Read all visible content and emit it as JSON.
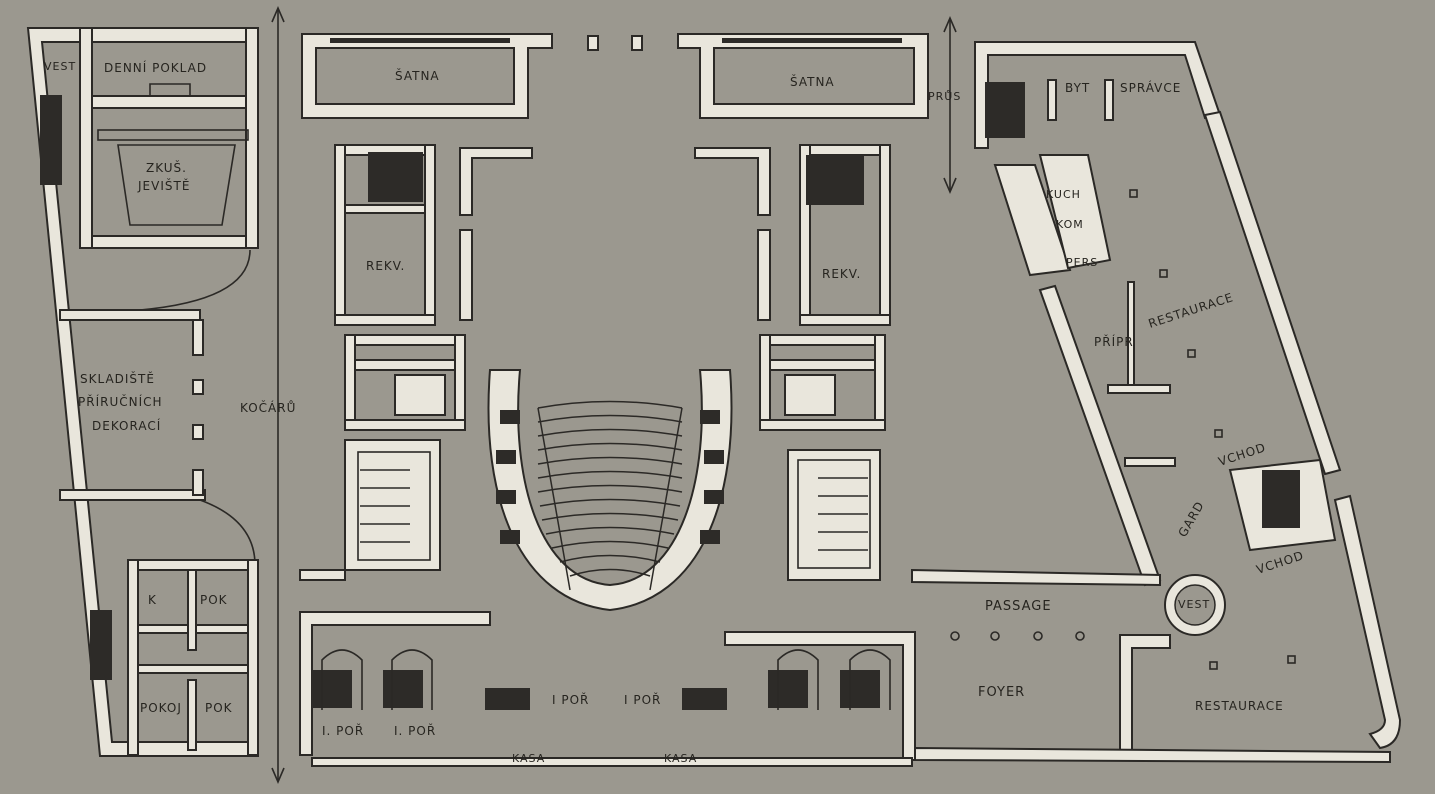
{
  "labels": {
    "vest_tl": "VEST",
    "denni_poklad": "DENNÍ POKLAD",
    "zkus_jeviste": [
      "ZKUŠ.",
      "JEVIŠTĚ"
    ],
    "skladiste": [
      "SKLADIŠTĚ",
      "PŘÍRUČNÍCH",
      "DEKORACÍ"
    ],
    "k": "K",
    "pok_1": "POK",
    "pokoj": "POKOJ",
    "pok_2": "POK",
    "kocaru": "KOČÁRŮ",
    "sarna_l": "ŠATNA",
    "sarna_r": "ŠATNA",
    "prus": "PRŮS",
    "rekv_l": "REKV.",
    "rekv_r": "REKV.",
    "byt": "BYT",
    "spravce": "SPRÁVCE",
    "kuch": "KUCH",
    "kom": "KOM",
    "pers": "PERS",
    "pripr": "PŘÍPR",
    "restaurace_top": "RESTAURACE",
    "vchod_1": "VCHOD",
    "vchod_2": "VCHOD",
    "gard": "GARD",
    "vest_br": "VEST",
    "passage": "PASSAGE",
    "foyer": "FOYER",
    "restaurace_bottom": "RESTAURACE",
    "por_1": "I. POŘ",
    "por_2": "I. POŘ",
    "por_3": "I POŘ",
    "por_4": "I POŘ",
    "kasa_1": "KASA",
    "kasa_2": "KASA"
  },
  "colors": {
    "paper": "#8f8c84",
    "walls": "#e9e6dc",
    "ink": "#2b2926"
  }
}
